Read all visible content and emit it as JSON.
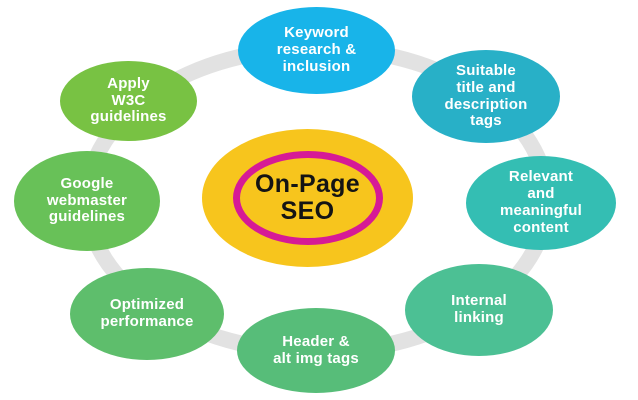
{
  "diagram": {
    "title": "On-Page SEO factors diagram",
    "background_color": "#ffffff",
    "connector": {
      "shape": "ellipse-ring",
      "color": "#e2e2e2"
    },
    "center": {
      "label": "On-Page\nSEO",
      "fill_color": "#f7c51d",
      "ring_color": "#d61a96",
      "text_color": "#141414"
    },
    "nodes": [
      {
        "id": "keyword-research",
        "label": "Keyword\nresearch &\ninclusion",
        "color": "#18b4e9",
        "position": "top"
      },
      {
        "id": "title-description-tags",
        "label": "Suitable\ntitle and\ndescription\ntags",
        "color": "#28b0c7",
        "position": "top-right"
      },
      {
        "id": "relevant-content",
        "label": "Relevant\nand\nmeaningful\ncontent",
        "color": "#34beb3",
        "position": "right"
      },
      {
        "id": "internal-linking",
        "label": "Internal\nlinking",
        "color": "#4cc094",
        "position": "bottom-right"
      },
      {
        "id": "header-alt-img-tags",
        "label": "Header &\nalt img tags",
        "color": "#57bd79",
        "position": "bottom"
      },
      {
        "id": "optimized-performance",
        "label": "Optimized\nperformance",
        "color": "#5ebe6c",
        "position": "bottom-left"
      },
      {
        "id": "google-webmaster",
        "label": "Google\nwebmaster\nguidelines",
        "color": "#68c158",
        "position": "left"
      },
      {
        "id": "w3c-guidelines",
        "label": "Apply\nW3C\nguidelines",
        "color": "#78c243",
        "position": "top-left"
      }
    ],
    "node_text_color": "#ffffff"
  }
}
